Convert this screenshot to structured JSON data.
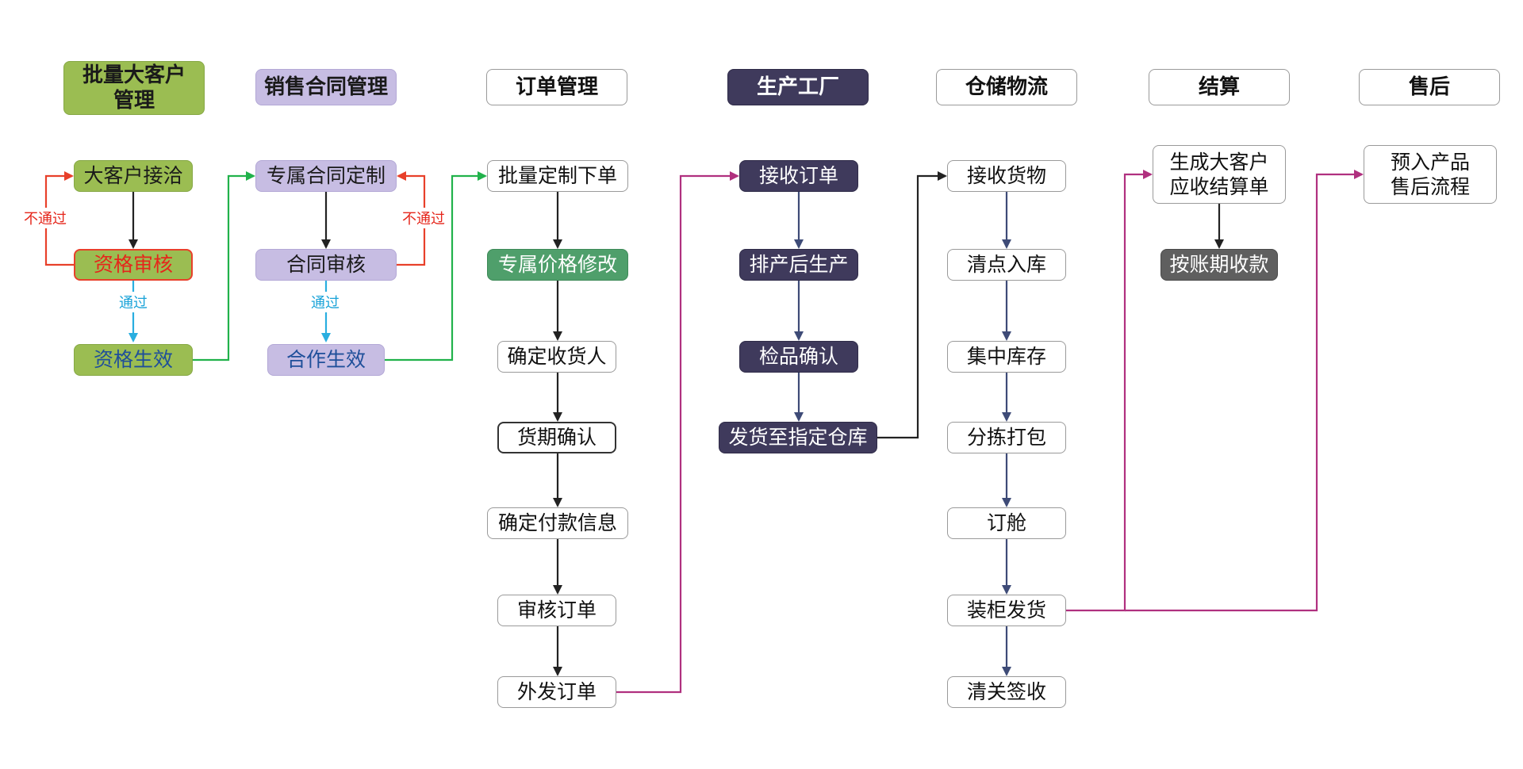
{
  "colors": {
    "black": "#222222",
    "red": "#e8402a",
    "cyan": "#29aee0",
    "green": "#21b24b",
    "magenta": "#b0307f",
    "navy": "#3e4b77",
    "label_red": "#e5261b",
    "label_cyan": "#1aa3d8"
  },
  "headers": [
    {
      "id": "h1",
      "text": "批量大客户\n管理",
      "style": "g-green"
    },
    {
      "id": "h2",
      "text": "销售合同管理",
      "style": "g-lav"
    },
    {
      "id": "h3",
      "text": "订单管理",
      "style": "g-white"
    },
    {
      "id": "h4",
      "text": "生产工厂",
      "style": "g-navy"
    },
    {
      "id": "h5",
      "text": "仓储物流",
      "style": "g-white"
    },
    {
      "id": "h6",
      "text": "结算",
      "style": "g-white"
    },
    {
      "id": "h7",
      "text": "售后",
      "style": "g-white"
    }
  ],
  "nodes": [
    {
      "id": "c1n1",
      "text": "大客户接洽",
      "style": "g-green"
    },
    {
      "id": "c1n2",
      "text": "资格审核",
      "style": "g-red"
    },
    {
      "id": "c1n3",
      "text": "资格生效",
      "style": "g-green-blue"
    },
    {
      "id": "c2n1",
      "text": "专属合同定制",
      "style": "g-lav"
    },
    {
      "id": "c2n2",
      "text": "合同审核",
      "style": "g-lav"
    },
    {
      "id": "c2n3",
      "text": "合作生效",
      "style": "g-lav-blue"
    },
    {
      "id": "c3n1",
      "text": "批量定制下单",
      "style": "g-white"
    },
    {
      "id": "c3n2",
      "text": "专属价格修改",
      "style": "g-teal"
    },
    {
      "id": "c3n3",
      "text": "确定收货人",
      "style": "g-white"
    },
    {
      "id": "c3n4",
      "text": "货期确认",
      "style": "g-white-dark"
    },
    {
      "id": "c3n5",
      "text": "确定付款信息",
      "style": "g-white"
    },
    {
      "id": "c3n6",
      "text": "审核订单",
      "style": "g-white"
    },
    {
      "id": "c3n7",
      "text": "外发订单",
      "style": "g-white"
    },
    {
      "id": "c4n1",
      "text": "接收订单",
      "style": "g-navy"
    },
    {
      "id": "c4n2",
      "text": "排产后生产",
      "style": "g-navy"
    },
    {
      "id": "c4n3",
      "text": "检品确认",
      "style": "g-navy"
    },
    {
      "id": "c4n4",
      "text": "发货至指定仓库",
      "style": "g-navy"
    },
    {
      "id": "c5n1",
      "text": "接收货物",
      "style": "g-white"
    },
    {
      "id": "c5n2",
      "text": "清点入库",
      "style": "g-white"
    },
    {
      "id": "c5n3",
      "text": "集中库存",
      "style": "g-white"
    },
    {
      "id": "c5n4",
      "text": "分拣打包",
      "style": "g-white"
    },
    {
      "id": "c5n5",
      "text": "订舱",
      "style": "g-white"
    },
    {
      "id": "c5n6",
      "text": "装柜发货",
      "style": "g-white"
    },
    {
      "id": "c5n7",
      "text": "清关签收",
      "style": "g-white"
    },
    {
      "id": "c6n1",
      "text": "生成大客户\n应收结算单",
      "style": "g-white"
    },
    {
      "id": "c6n2",
      "text": "按账期收款",
      "style": "g-gray"
    },
    {
      "id": "c7n1",
      "text": "预入产品\n售后流程",
      "style": "g-white"
    }
  ],
  "edge_labels": [
    {
      "id": "l1",
      "text": "不通过",
      "color": "label_red"
    },
    {
      "id": "l2",
      "text": "通过",
      "color": "label_cyan"
    },
    {
      "id": "l3",
      "text": "不通过",
      "color": "label_red"
    },
    {
      "id": "l4",
      "text": "通过",
      "color": "label_cyan"
    }
  ]
}
